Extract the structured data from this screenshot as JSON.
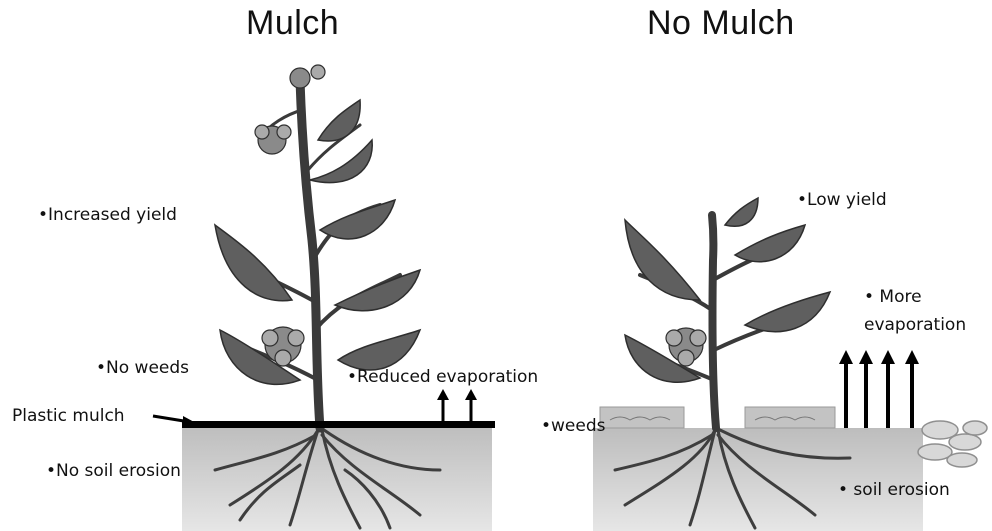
{
  "panels": {
    "mulch": {
      "title": "Mulch",
      "labels": {
        "increased_yield": "•Increased yield",
        "no_weeds": "•No weeds",
        "plastic_mulch": "Plastic mulch",
        "no_soil_erosion": "•No soil erosion",
        "reduced_evaporation": "•Reduced evaporation"
      }
    },
    "no_mulch": {
      "title": "No Mulch",
      "labels": {
        "low_yield": "•Low yield",
        "more_evaporation_line1": "•  More",
        "more_evaporation_line2": "evaporation",
        "weeds": "•weeds",
        "soil_erosion": "• soil erosion"
      }
    }
  },
  "colors": {
    "soil": "#c9c9c9",
    "soil_dark": "#b4b4b4",
    "plant": "#4a4a4a",
    "leaf": "#6a6a6a",
    "mulch_line": "#000000",
    "arrow": "#000000"
  }
}
